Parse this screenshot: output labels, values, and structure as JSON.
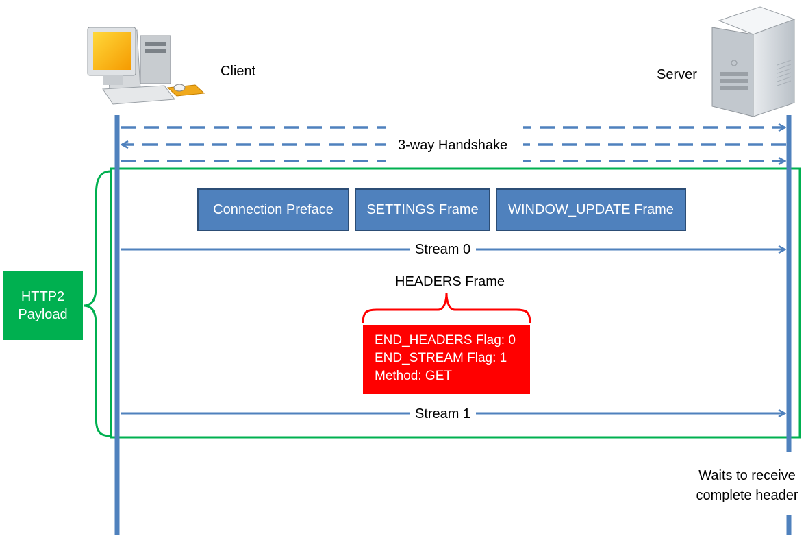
{
  "client": {
    "label": "Client",
    "icon": "desktop-computer-icon"
  },
  "server": {
    "label": "Server",
    "icon": "server-tower-icon"
  },
  "handshake": {
    "label": "3-way Handshake"
  },
  "payload": {
    "line1": "HTTP2",
    "line2": "Payload"
  },
  "frames": {
    "connection_preface": "Connection Preface",
    "settings": "SETTINGS Frame",
    "window_update": "WINDOW_UPDATE Frame"
  },
  "streams": {
    "stream0": "Stream 0",
    "stream1": "Stream 1"
  },
  "headers_frame": {
    "title": "HEADERS Frame",
    "line1": "END_HEADERS Flag: 0",
    "line2": "END_STREAM Flag: 1",
    "line3": "Method: GET"
  },
  "note": {
    "line1": "Waits to receive",
    "line2": "complete header"
  },
  "colors": {
    "lifeline": "#4f81bd",
    "frame_fill": "#4f81bd",
    "payload_green": "#00b050",
    "headers_red": "#ff0000"
  }
}
